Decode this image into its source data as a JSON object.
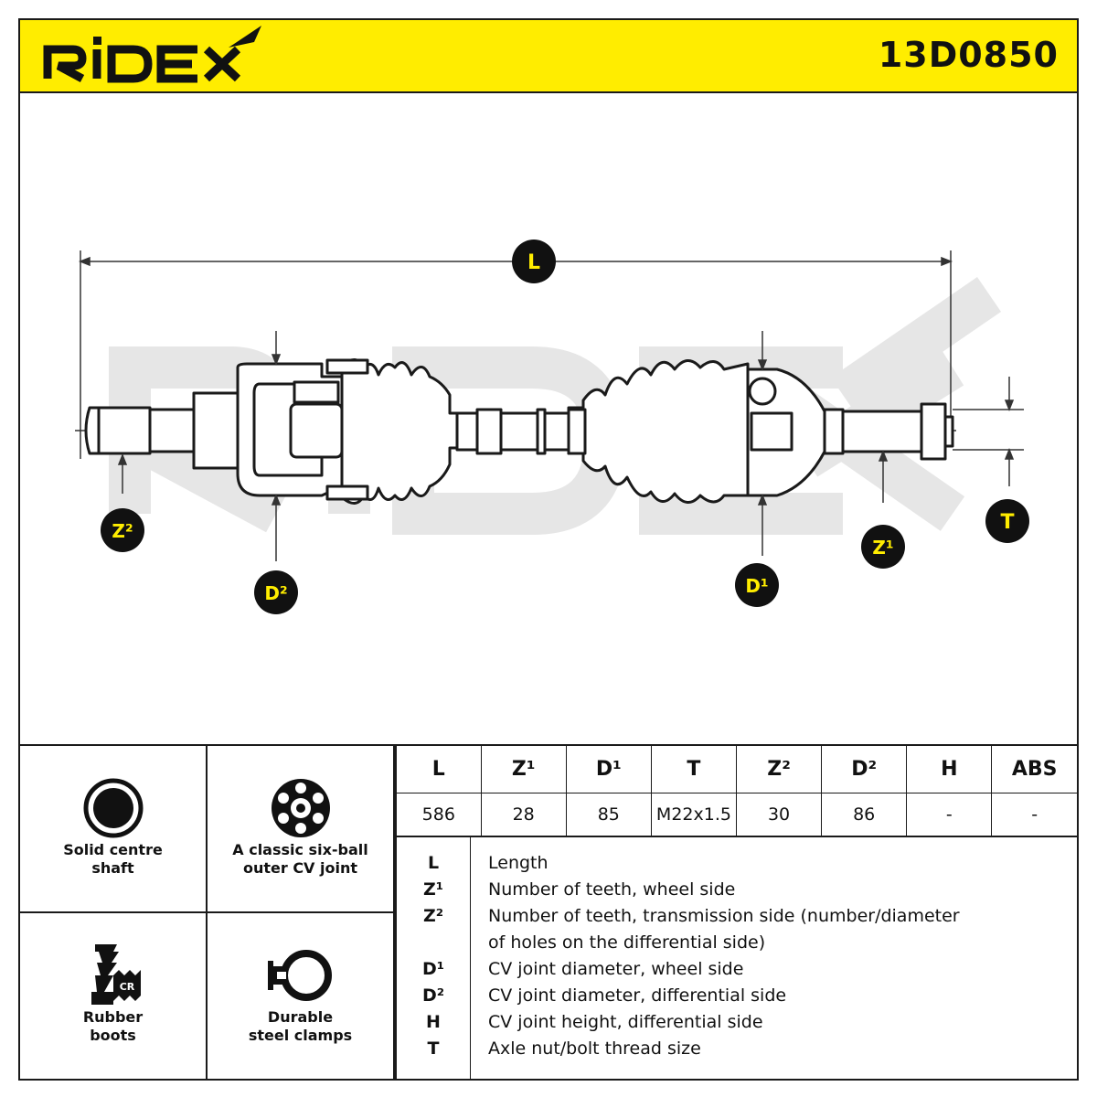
{
  "header": {
    "brand": "RIDEX",
    "part_number": "13D0850",
    "background_color": "#ffed00"
  },
  "drawing": {
    "watermark": "RIDEX",
    "callouts": {
      "L": "L",
      "Z2": "Z²",
      "D2": "D²",
      "D1": "D¹",
      "Z1": "Z¹",
      "T": "T"
    }
  },
  "features": [
    {
      "icon": "solid-shaft-icon",
      "label": "Solid centre\nshaft"
    },
    {
      "icon": "six-ball-joint-icon",
      "label": "A classic six-ball\nouter CV joint"
    },
    {
      "icon": "rubber-boot-icon",
      "label": "Rubber\nboots",
      "badge": "CR"
    },
    {
      "icon": "clamp-icon",
      "label": "Durable\nsteel clamps"
    }
  ],
  "specs": {
    "headers": [
      "L",
      "Z¹",
      "D¹",
      "T",
      "Z²",
      "D²",
      "H",
      "ABS"
    ],
    "values": [
      "586",
      "28",
      "85",
      "M22x1.5",
      "30",
      "86",
      "-",
      "-"
    ]
  },
  "legend": [
    {
      "key": "L",
      "text": "Length"
    },
    {
      "key": "Z¹",
      "text": "Number of teeth, wheel side"
    },
    {
      "key": "Z²",
      "text": "Number of teeth, transmission side (number/diameter"
    },
    {
      "key": "",
      "text": "of holes on the differential side)"
    },
    {
      "key": "D¹",
      "text": "CV joint diameter, wheel side"
    },
    {
      "key": "D²",
      "text": "CV joint diameter, differential side"
    },
    {
      "key": "H",
      "text": "CV joint height, differential side"
    },
    {
      "key": "T",
      "text": "Axle nut/bolt thread size"
    }
  ]
}
